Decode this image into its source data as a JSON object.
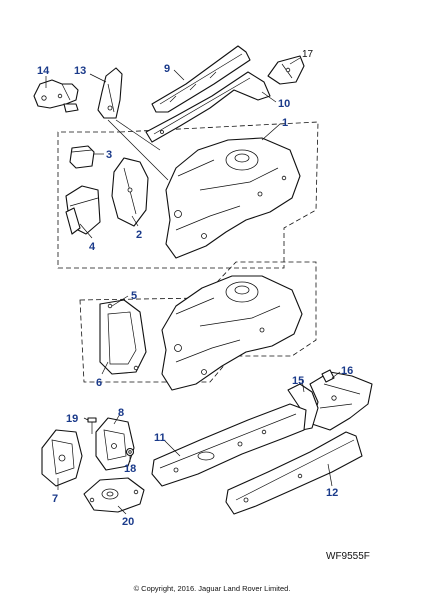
{
  "diagram": {
    "reference_code": "WF9555F",
    "copyright": "© Copyright, 2016. Jaguar Land Rover Limited.",
    "callouts": {
      "c1": "1",
      "c2": "2",
      "c3": "3",
      "c4": "4",
      "c5": "5",
      "c6": "6",
      "c7": "7",
      "c8": "8",
      "c9": "9",
      "c10": "10",
      "c11": "11",
      "c12": "12",
      "c13": "13",
      "c14": "14",
      "c15": "15",
      "c16": "16",
      "c17": "17",
      "c18": "18",
      "c19": "19",
      "c20": "20"
    },
    "colors": {
      "callout": "#1a3a8a",
      "line": "#111111",
      "background": "#ffffff"
    }
  }
}
